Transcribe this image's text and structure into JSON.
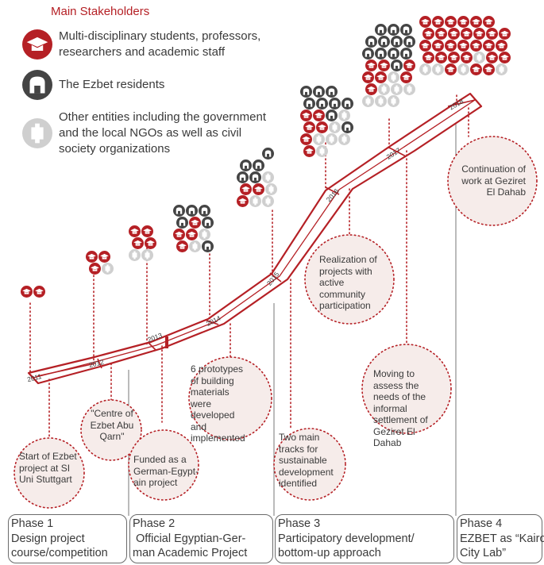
{
  "legend": {
    "title": "Main Stakeholders",
    "items": [
      {
        "icon": "academic-icon",
        "color": "#b52025",
        "text": "Multi-disciplinary students, professors, researchers and academic staff"
      },
      {
        "icon": "resident-icon",
        "color": "#444444",
        "text": "The Ezbet residents"
      },
      {
        "icon": "entity-icon",
        "color": "#c8c8c8",
        "text": "Other entities including the government and the local NGOs as well as civil society organizations"
      }
    ]
  },
  "years": [
    "2011",
    "2012",
    "2013",
    "2014",
    "2015",
    "2016",
    "2017",
    "2018"
  ],
  "callouts": [
    {
      "text": "Start of Ezbet project at SI Uni Stuttgart"
    },
    {
      "text": "\"Centre of Ezbet Abu Qarn\""
    },
    {
      "text": "Funded as a German-Egypt-ain project"
    },
    {
      "text": "6 prototypes of building materials were developed and implemented"
    },
    {
      "text": "Two main tracks for sustainable development identified"
    },
    {
      "text": "Realization of projects with active community participation"
    },
    {
      "text": "Moving to assess the needs of the informal settlement of Geziret El Dahab"
    },
    {
      "text": "Continuation of work at Geziret El Dahab"
    }
  ],
  "phases": [
    {
      "name": "Phase 1",
      "line1": "Design project",
      "line2": "course/competition"
    },
    {
      "name": "Phase 2",
      "line1": " Official Egyptian-Ger-",
      "line2": "man Academic Project"
    },
    {
      "name": "Phase 3",
      "line1": "Participatory development/",
      "line2": "bottom-up approach"
    },
    {
      "name": "Phase 4",
      "line1": "EZBET as “Kairo",
      "line2": "City Lab”"
    }
  ],
  "colors": {
    "accent": "#b52025",
    "resident": "#444444",
    "other": "#c8c8c8",
    "circle_fill": "#f6ecea"
  }
}
